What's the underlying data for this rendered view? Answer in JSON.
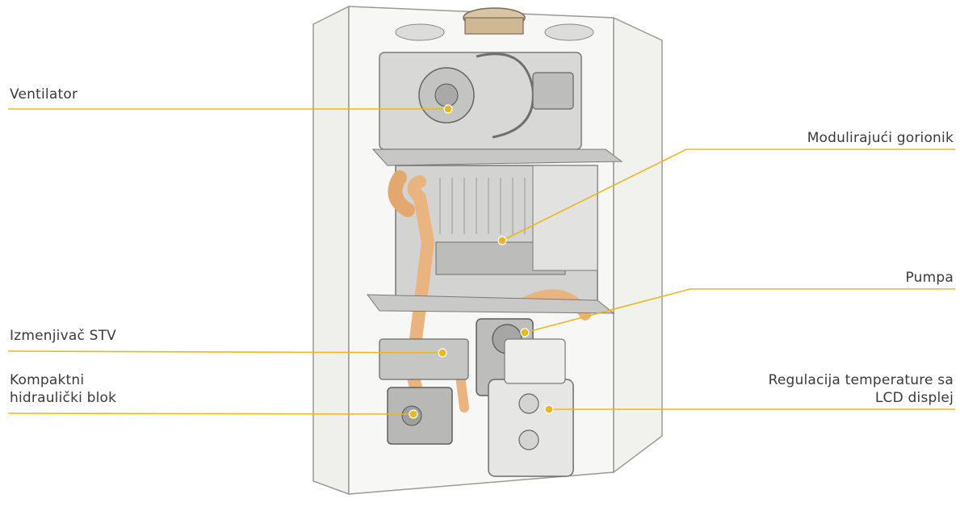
{
  "diagram": {
    "labels": {
      "ventilator": "Ventilator",
      "modulating_burner": "Modulirajući gorionik",
      "pump": "Pumpa",
      "dhw_exchanger": "Izmenjivač STV",
      "hydraulic_block": [
        "Kompaktni",
        "hidraulički blok"
      ],
      "temperature_control": [
        "Regulacija temperature sa",
        "LCD displej"
      ]
    },
    "colors": {
      "leader_line": "#e8b820",
      "pipe": "#e9b47f",
      "casing": "#f6f6f4",
      "metal": "#c9c9c9"
    }
  }
}
